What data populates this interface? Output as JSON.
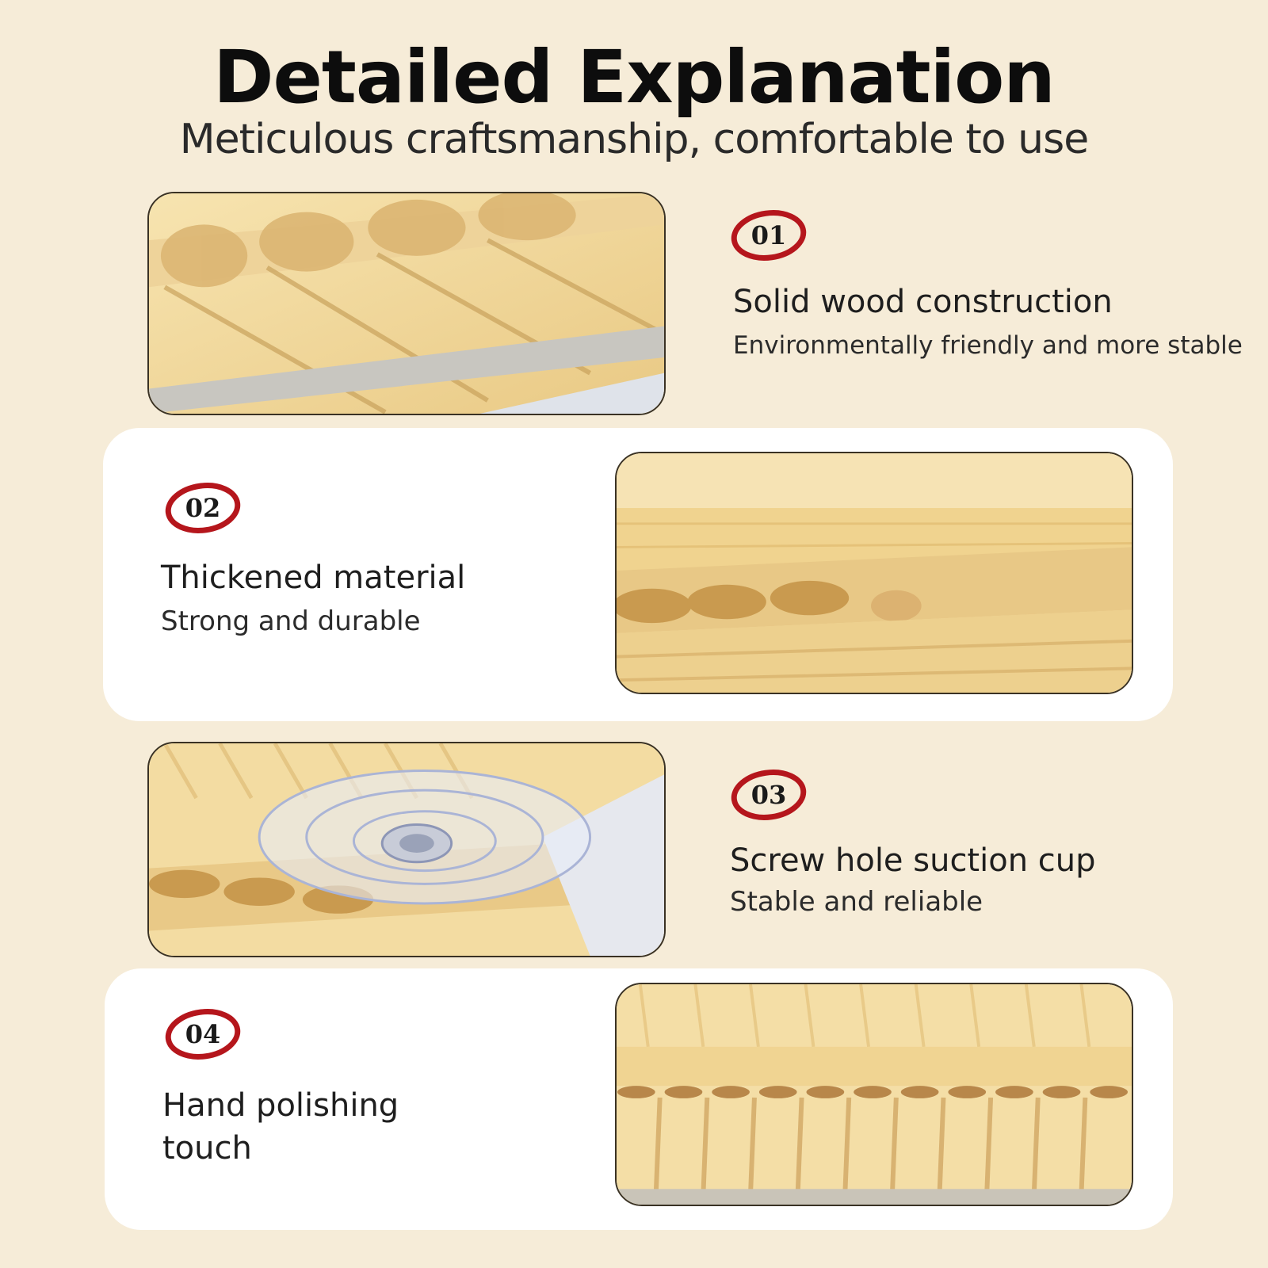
{
  "header": {
    "title": "Detailed Explanation",
    "subtitle": "Meticulous craftsmanship, comfortable to use"
  },
  "features": [
    {
      "number": "01",
      "title": "Solid wood construction",
      "subtitle": "Environmentally friendly and more stable"
    },
    {
      "number": "02",
      "title": "Thickened material",
      "subtitle": "Strong and durable"
    },
    {
      "number": "03",
      "title": "Screw hole suction cup",
      "subtitle": "Stable and reliable"
    },
    {
      "number": "04",
      "title": "Hand polishing",
      "subtitle": "touch"
    }
  ],
  "colors": {
    "background": "#f6ecd8",
    "panel": "#ffffff",
    "badge_ring": "#b5161c",
    "wood_light": "#f3dca0",
    "wood_dark": "#d9b46a"
  }
}
